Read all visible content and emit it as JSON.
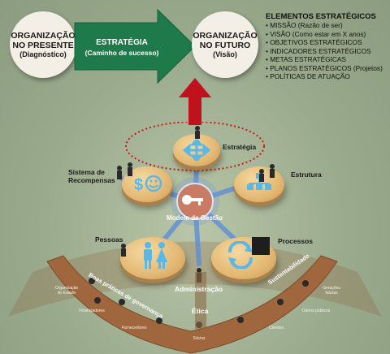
{
  "top": {
    "present": {
      "title_line1": "ORGANIZAÇÃO",
      "title_line2": "NO PRESENTE",
      "subtitle": "(Diagnóstico)"
    },
    "strategy": {
      "title": "ESTRATÉGIA",
      "subtitle": "(Caminho de sucesso)"
    },
    "future": {
      "title_line1": "ORGANIZAÇÃO",
      "title_line2": "NO FUTURO",
      "subtitle": "(Visão)"
    }
  },
  "elements": {
    "title": "ELEMENTOS ESTRATÉGICOS",
    "items": [
      "MISSÃO (Razão de ser)",
      "VISÃO (Como estar em X anos)",
      "OBJETIVOS ESTRATÉGICOS",
      "INDICADORES ESTRATÉGICOS",
      "METAS ESTRATÉGICAS",
      "PLANOS ESTRATÉGICOS (Projetos)",
      "POLÍTICAS DE ATUAÇÃO"
    ]
  },
  "model": {
    "center": "Modelo de Gestão",
    "estrategia": "Estratégia",
    "estrutura": "Estrutura",
    "recompensas_line1": "Sistema de",
    "recompensas_line2": "Recompensas",
    "pessoas": "Pessoas",
    "processos": "Processos",
    "administracao": "Administração",
    "etica": "Ética",
    "boas_praticas": "Boas práticas de governança",
    "sustentabilidade": "Sustentabilidade"
  },
  "stakeholders": {
    "estado_line1": "Organização",
    "estado_line2": "do Estado",
    "financiadores": "Financiadores",
    "fornecedores": "Fornecedores",
    "socios": "Sócios",
    "clientes": "Clientes",
    "outros": "Outros públicos",
    "geracoes_line1": "Gerações",
    "geracoes_line2": "futuras"
  },
  "colors": {
    "arrow_green": "#1e7a4a",
    "up_arrow_red": "#c0121c",
    "dotted_ellipse": "#d01616",
    "disc_gold": "#e3b873",
    "icon_blue": "#59b8e8",
    "center_orange": "#e8743a",
    "arc_brown": "#a0673e"
  }
}
